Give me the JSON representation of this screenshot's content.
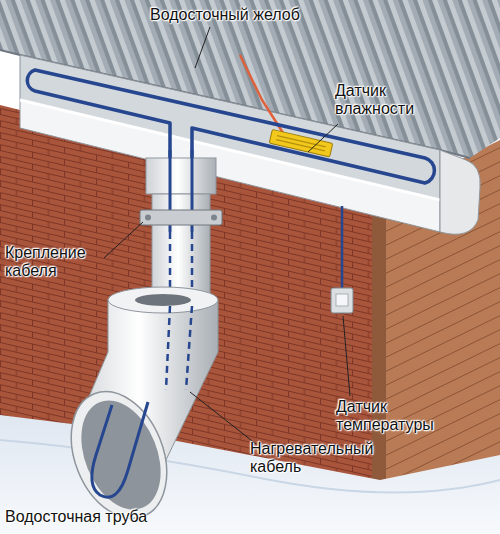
{
  "diagram": {
    "labels": [
      "Водосточный желоб",
      "Датчик влажности",
      "Крепление кабеля",
      "Датчик температуры",
      "Нагревательный кабель",
      "Водосточная труба"
    ]
  }
}
